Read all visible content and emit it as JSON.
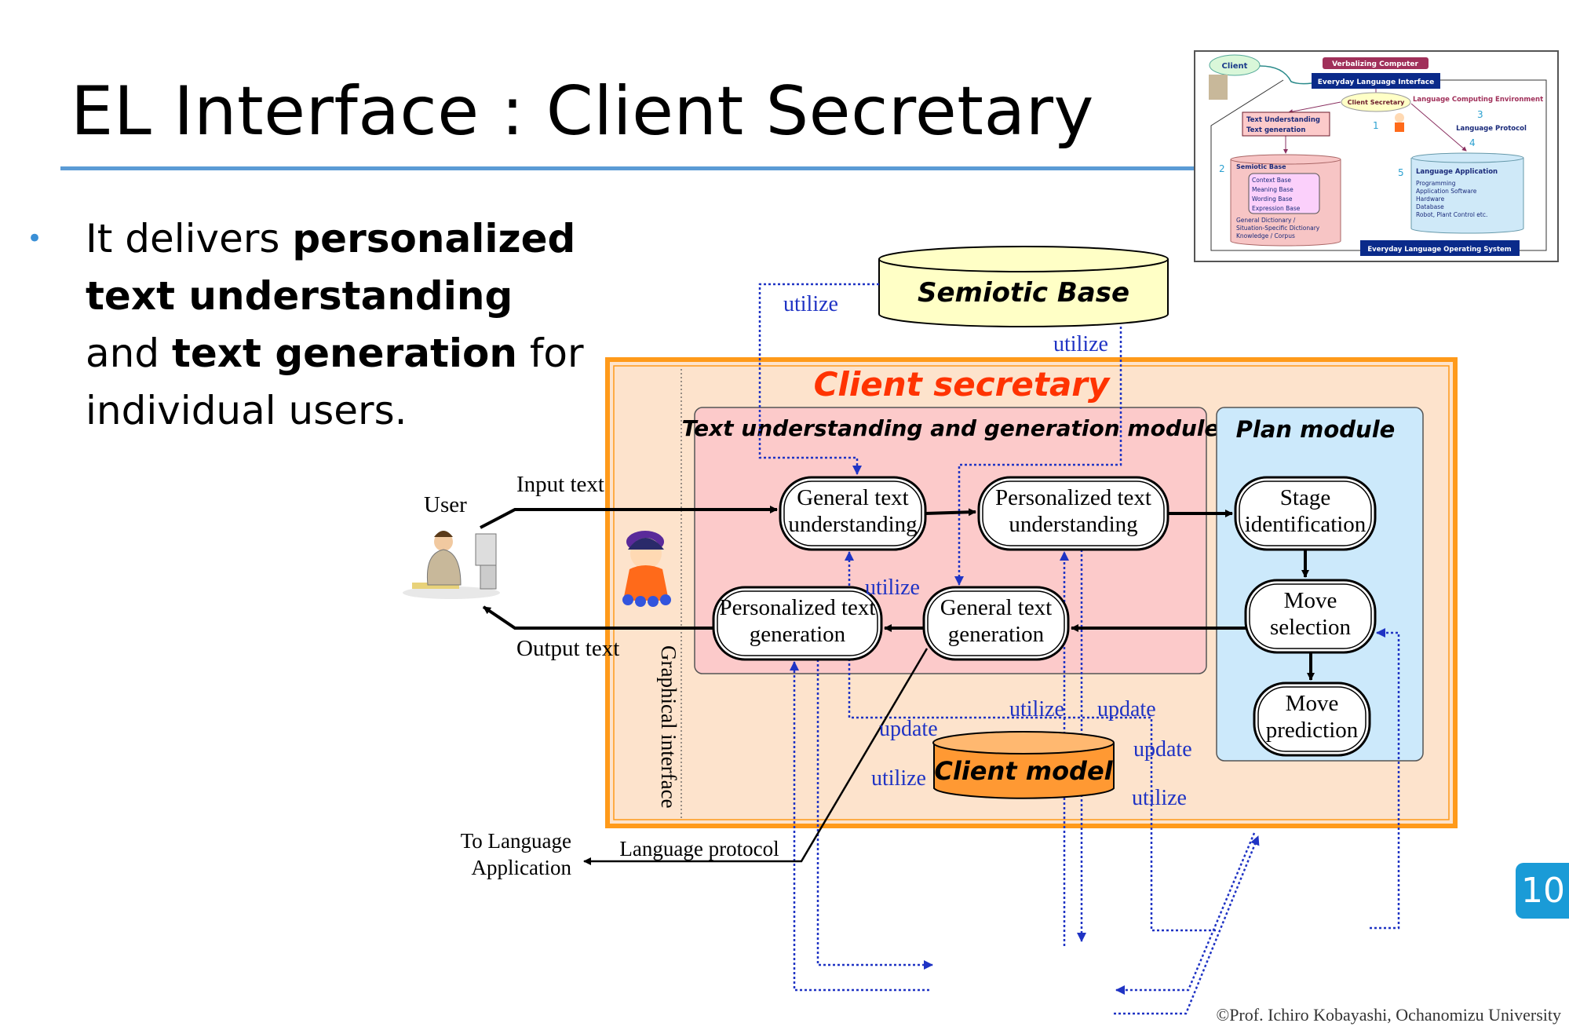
{
  "slide": {
    "title": "EL Interface : Client Secretary",
    "bullet": {
      "pre": "It delivers ",
      "bold1": "personalized text understanding",
      "mid": " and ",
      "bold2": "text generation",
      "post": " for individual users."
    },
    "page_number": "10",
    "copyright": "©Prof. Ichiro Kobayashi, Ochanomizu University"
  },
  "colors": {
    "accent_rule": "#5b9bd5",
    "outer_box": "#ff9a1a",
    "client_secretary_title": "#ff3300",
    "text_module_bg": "#fccaca",
    "plan_module_bg": "#cce9fb",
    "semiotic_base_fill": "#ffffc6",
    "client_model_fill": "#ff9933",
    "dotted_links": "#1f33c4",
    "page_badge": "#1a9bd7"
  },
  "diagram": {
    "semiotic_base": "Semiotic Base",
    "client_secretary": "Client secretary",
    "text_module": "Text understanding and generation module",
    "plan_module": "Plan module",
    "graphical_interface": "Graphical interface",
    "client_model": "Client model",
    "user": "User",
    "input_text": "Input text",
    "output_text": "Output text",
    "to_language_application": [
      "To Language",
      "Application"
    ],
    "language_protocol": "Language protocol",
    "nodes": {
      "general_text_understanding": [
        "General text",
        "understanding"
      ],
      "personalized_text_understanding": [
        "Personalized text",
        "understanding"
      ],
      "stage_identification": [
        "Stage",
        "identification"
      ],
      "move_selection": [
        "Move",
        "selection"
      ],
      "move_prediction": [
        "Move",
        "prediction"
      ],
      "personalized_text_generation": [
        "Personalized text",
        "generation"
      ],
      "general_text_generation": [
        "General  text",
        "generation"
      ]
    },
    "link_labels": [
      "utilize",
      "utilize",
      "utilize",
      "utilize",
      "update",
      "update",
      "utilize",
      "update",
      "utilize"
    ]
  },
  "thumbnail": {
    "client": "Client",
    "verbalizing_computer": "Verbalizing Computer",
    "everyday_language_interface": "Everyday Language Interface",
    "client_secretary": "Client Secretary",
    "language_computing_environment": "Language Computing Environment",
    "text_box": [
      "Text Understanding",
      "Text generation"
    ],
    "language_protocol": "Language Protocol",
    "numbers": [
      "1",
      "2",
      "3",
      "4",
      "5"
    ],
    "semiotic_base": "Semiotic Base",
    "semiotic_inner": [
      "Context Base",
      "Meaning Base",
      "Wording Base",
      "Expression Base"
    ],
    "semiotic_lower": [
      "General Dictionary /",
      "Situation-Specific Dictionary",
      "Knowledge / Corpus"
    ],
    "language_application": "Language Application",
    "language_application_items": [
      "Programming",
      "Application Software",
      "Hardware",
      "Database",
      "Robot, Plant Control etc."
    ],
    "everyday_language_os": "Everyday Language Operating System"
  }
}
